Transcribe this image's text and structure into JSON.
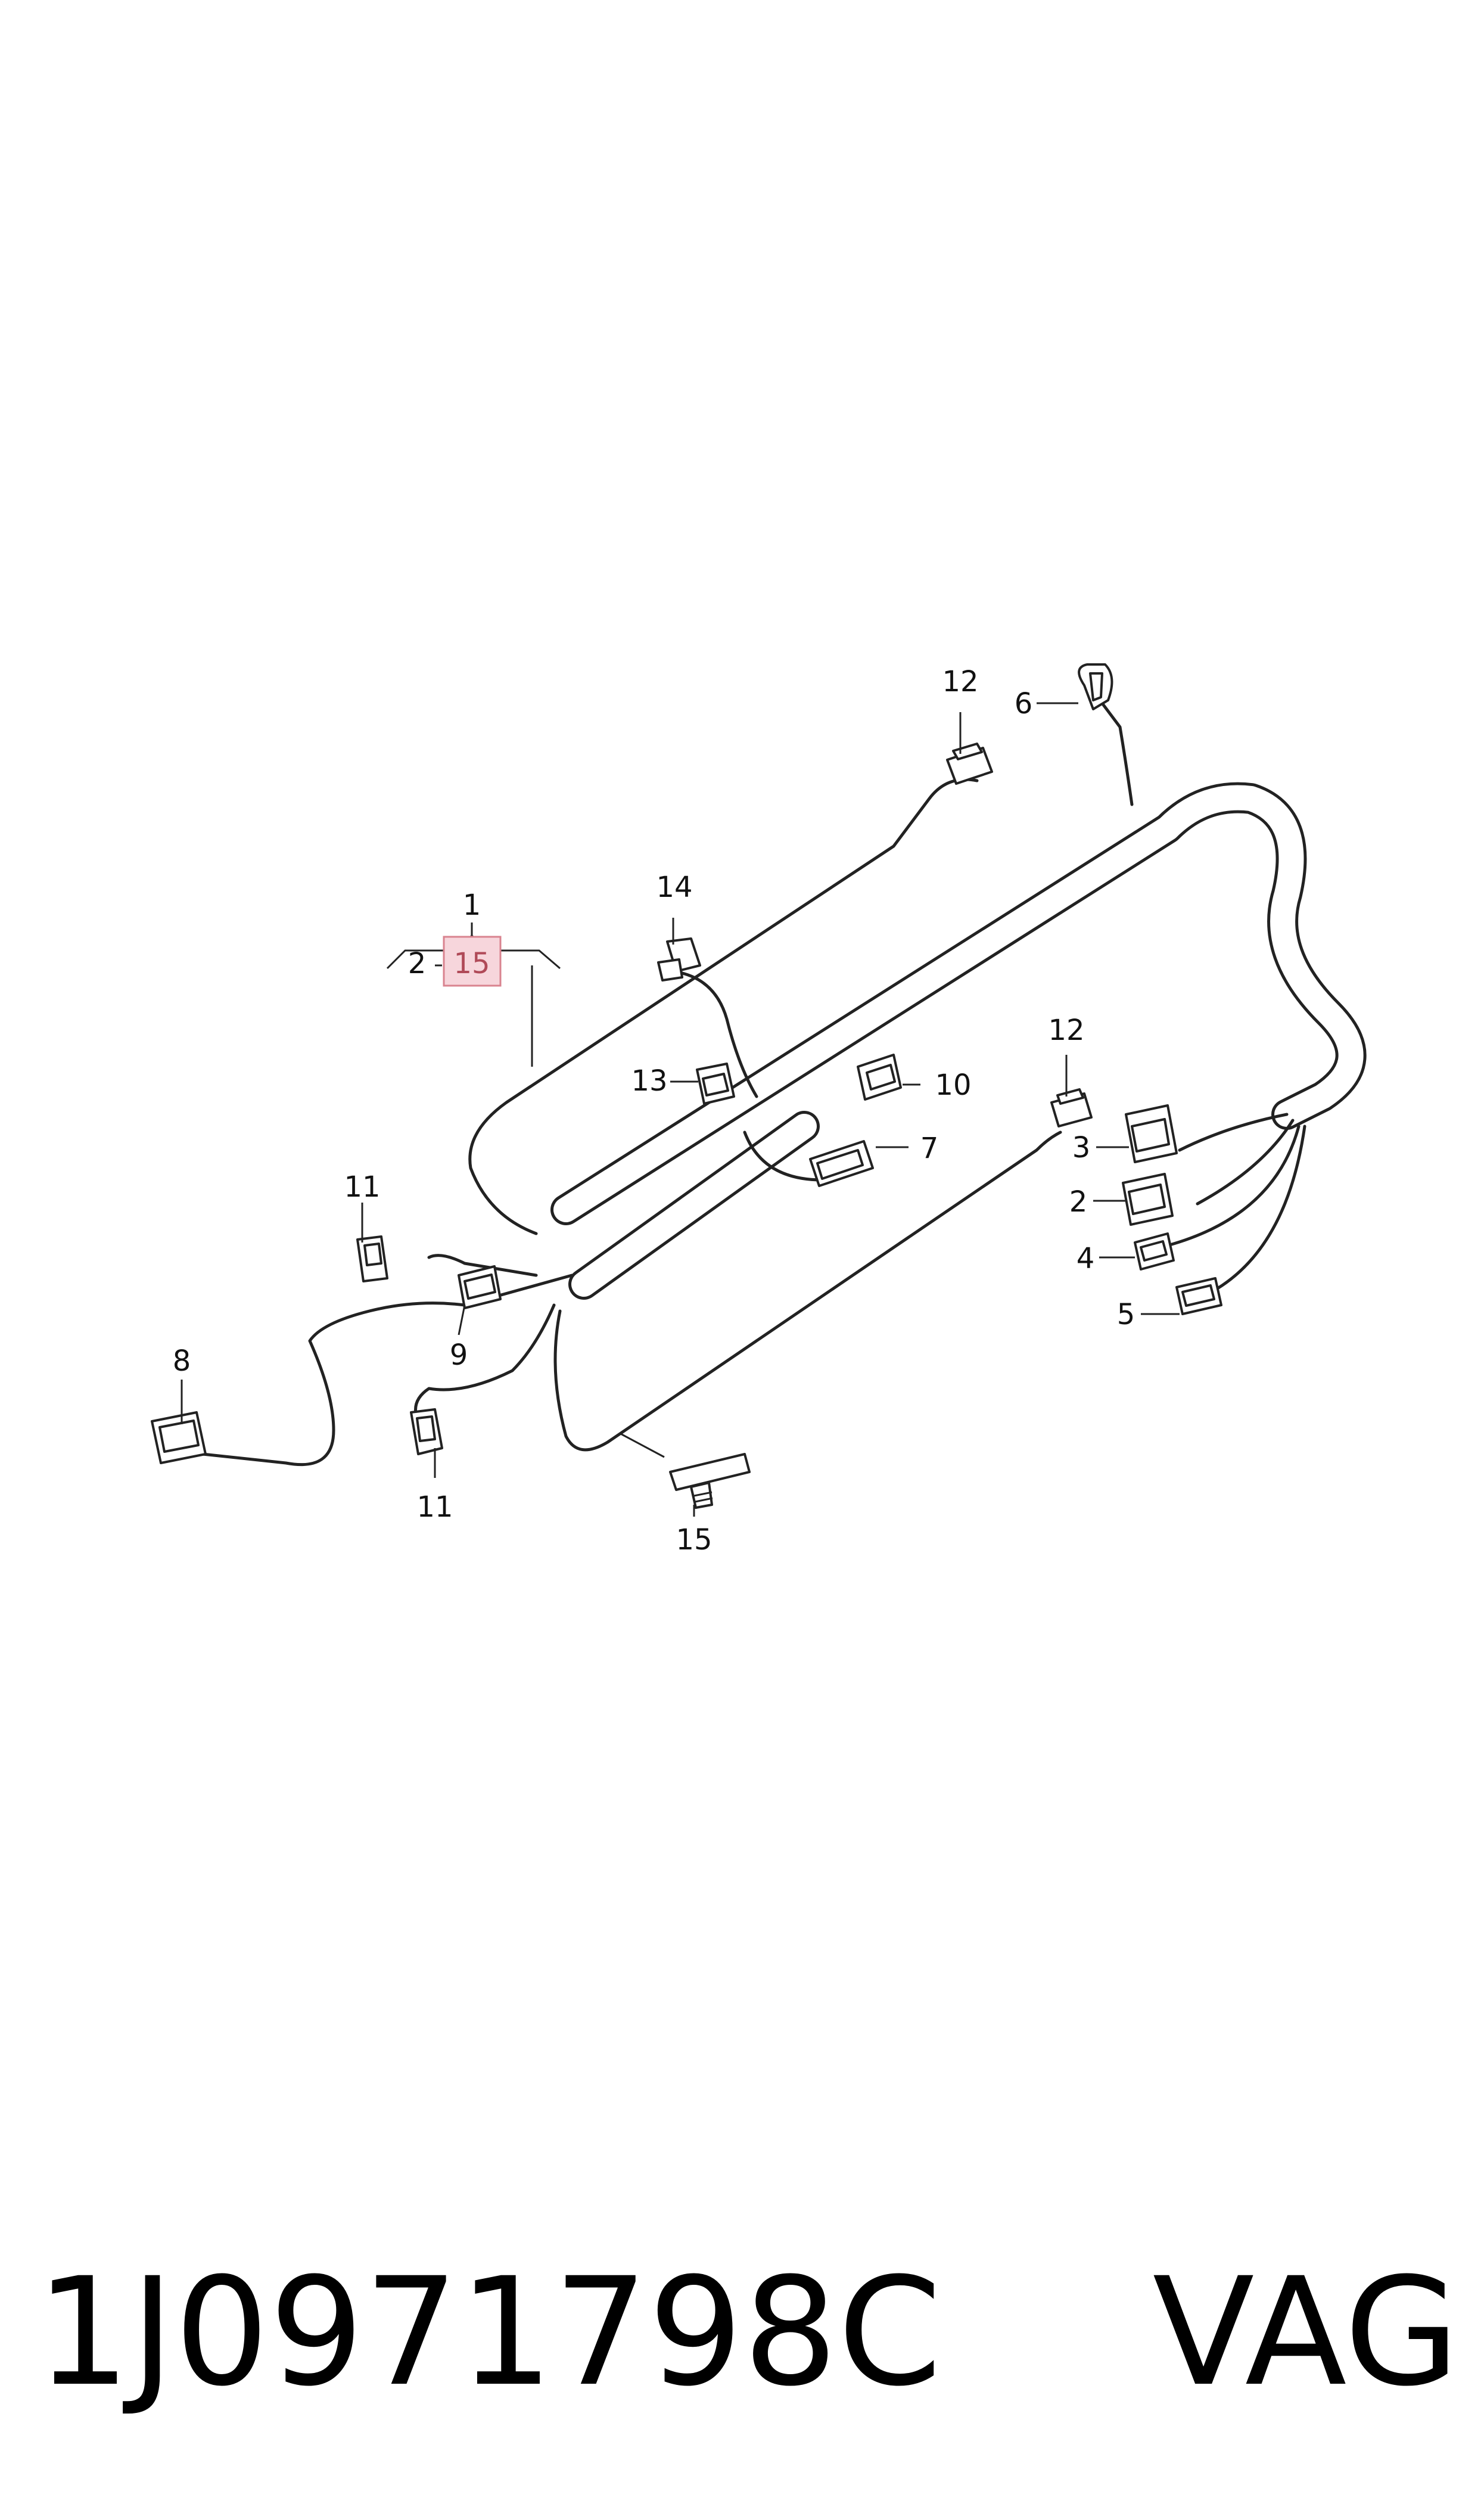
{
  "callouts": {
    "c1": "1",
    "c2_left": "2",
    "c15_highlight": "15",
    "c14": "14",
    "c12_top": "12",
    "c6": "6",
    "c13": "13",
    "c10": "10",
    "c7": "7",
    "c12_right": "12",
    "c3": "3",
    "c2_right": "2",
    "c4": "4",
    "c5": "5",
    "c11_top": "11",
    "c9": "9",
    "c8": "8",
    "c11_bottom": "11",
    "c15_bottom": "15"
  },
  "footer": {
    "part_number": "1J0971798C",
    "brand": "VAG"
  },
  "colors": {
    "highlight_fill": "#f7d6dc",
    "highlight_stroke": "#d9838f",
    "highlight_text": "#b04a58",
    "line": "#222222"
  }
}
